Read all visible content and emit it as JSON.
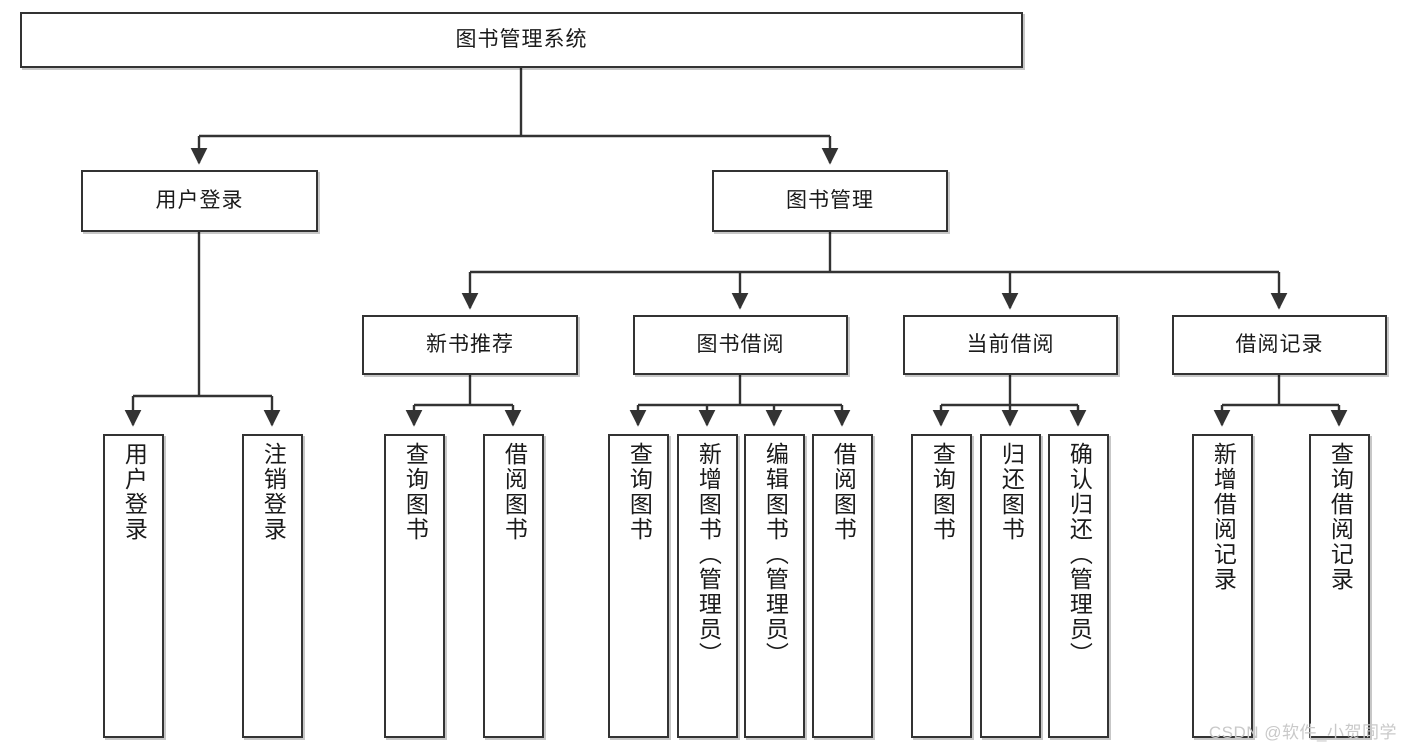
{
  "diagram": {
    "title": "图书管理系统",
    "type": "tree-hierarchy-diagram",
    "colors": {
      "box_border": "#333333",
      "box_fill": "#ffffff",
      "edge": "#333333",
      "text": "#1a1a1a",
      "watermark": "#c9c9c9",
      "background": "#ffffff"
    },
    "root": {
      "label": "图书管理系统"
    },
    "level2": [
      {
        "id": "user-login",
        "label": "用户登录"
      },
      {
        "id": "book-management",
        "label": "图书管理"
      }
    ],
    "level3": [
      {
        "id": "new-book-recommend",
        "label": "新书推荐"
      },
      {
        "id": "book-borrow",
        "label": "图书借阅"
      },
      {
        "id": "current-borrow",
        "label": "当前借阅"
      },
      {
        "id": "borrow-record",
        "label": "借阅记录"
      }
    ],
    "leaves": {
      "user_login": [
        {
          "id": "leaf-user-login",
          "label": "用户登录"
        },
        {
          "id": "leaf-logout-login",
          "label": "注销登录"
        }
      ],
      "new_book_recommend": [
        {
          "id": "leaf-query-book-1",
          "label": "查询图书"
        },
        {
          "id": "leaf-borrow-book-1",
          "label": "借阅图书"
        }
      ],
      "book_borrow": [
        {
          "id": "leaf-query-book-2",
          "label": "查询图书"
        },
        {
          "id": "leaf-add-book",
          "label": "新增图书（管理员）"
        },
        {
          "id": "leaf-edit-book",
          "label": "编辑图书（管理员）"
        },
        {
          "id": "leaf-borrow-book-2",
          "label": "借阅图书"
        }
      ],
      "current_borrow": [
        {
          "id": "leaf-query-book-3",
          "label": "查询图书"
        },
        {
          "id": "leaf-return-book",
          "label": "归还图书"
        },
        {
          "id": "leaf-confirm-return",
          "label": "确认归还（管理员）"
        }
      ],
      "borrow_record": [
        {
          "id": "leaf-add-record",
          "label": "新增借阅记录"
        },
        {
          "id": "leaf-query-record",
          "label": "查询借阅记录"
        }
      ]
    },
    "watermark": "CSDN @软件_小贺同学"
  }
}
